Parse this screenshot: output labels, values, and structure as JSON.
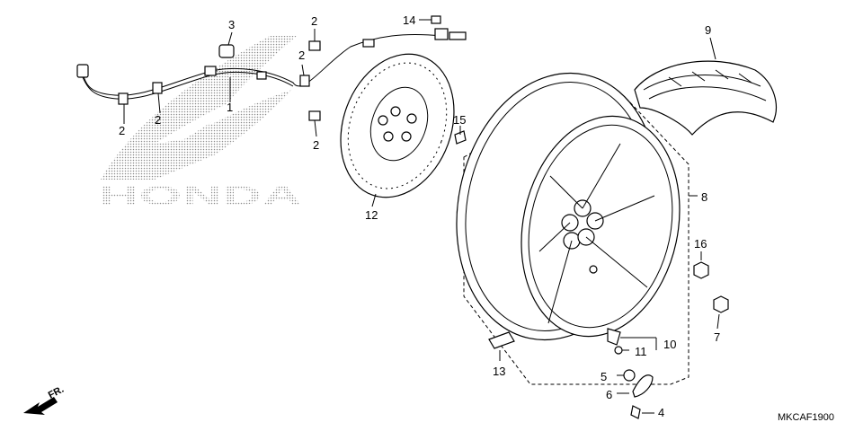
{
  "watermark": "HONDA",
  "diagram_code": "MKCAF1900",
  "front_label": "FR.",
  "callouts": [
    {
      "id": "c1",
      "text": "1"
    },
    {
      "id": "c2a",
      "text": "2"
    },
    {
      "id": "c2b",
      "text": "2"
    },
    {
      "id": "c2c",
      "text": "2"
    },
    {
      "id": "c2d",
      "text": "2"
    },
    {
      "id": "c2e",
      "text": "2"
    },
    {
      "id": "c3",
      "text": "3"
    },
    {
      "id": "c4",
      "text": "4"
    },
    {
      "id": "c5",
      "text": "5"
    },
    {
      "id": "c6",
      "text": "6"
    },
    {
      "id": "c7",
      "text": "7"
    },
    {
      "id": "c8",
      "text": "8"
    },
    {
      "id": "c9",
      "text": "9"
    },
    {
      "id": "c10",
      "text": "10"
    },
    {
      "id": "c11",
      "text": "11"
    },
    {
      "id": "c12",
      "text": "12"
    },
    {
      "id": "c13",
      "text": "13"
    },
    {
      "id": "c14",
      "text": "14"
    },
    {
      "id": "c15",
      "text": "15"
    },
    {
      "id": "c16",
      "text": "16"
    }
  ],
  "colors": {
    "line": "#000000",
    "watermark": "#9a9a9a",
    "background": "#ffffff"
  }
}
